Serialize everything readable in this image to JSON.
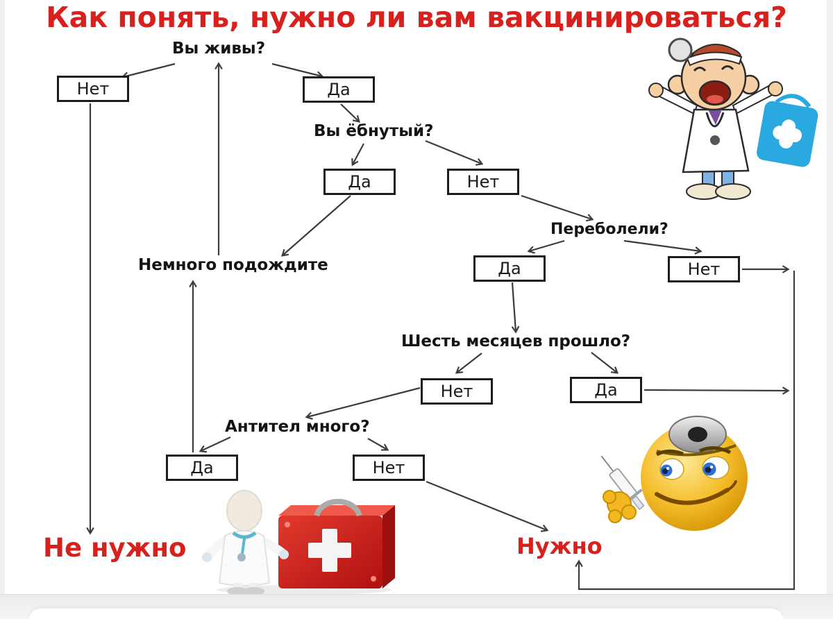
{
  "title": {
    "text": "Как понять, нужно ли вам вакцинироваться?"
  },
  "nodes": {
    "alive": "Вы живы?",
    "crazy": "Вы ёбнутый?",
    "recovered": "Переболели?",
    "wait": "Немного подождите",
    "six_months": "Шесть месяцев прошло?",
    "antibodies": "Антител много?"
  },
  "boxes": [
    {
      "id": "alive-no",
      "label": "Нет"
    },
    {
      "id": "alive-yes",
      "label": "Да"
    },
    {
      "id": "crazy-yes",
      "label": "Да"
    },
    {
      "id": "crazy-no",
      "label": "Нет"
    },
    {
      "id": "recovered-yes",
      "label": "Да"
    },
    {
      "id": "recovered-no",
      "label": "Нет"
    },
    {
      "id": "six-months-no",
      "label": "Нет"
    },
    {
      "id": "six-months-yes",
      "label": "Да"
    },
    {
      "id": "antibodies-yes",
      "label": "Да"
    },
    {
      "id": "antibodies-no",
      "label": "Нет"
    }
  ],
  "outcomes": {
    "not_needed": "Не нужно",
    "needed": "Нужно"
  },
  "edges": [
    {
      "from": "alive",
      "answer": "Нет",
      "to": "not_needed"
    },
    {
      "from": "alive",
      "answer": "Да",
      "to": "crazy"
    },
    {
      "from": "crazy",
      "answer": "Да",
      "to": "wait"
    },
    {
      "from": "crazy",
      "answer": "Нет",
      "to": "recovered"
    },
    {
      "from": "wait",
      "to": "alive"
    },
    {
      "from": "recovered",
      "answer": "Да",
      "to": "six_months"
    },
    {
      "from": "recovered",
      "answer": "Нет",
      "to": "needed"
    },
    {
      "from": "six_months",
      "answer": "Да",
      "to": "needed"
    },
    {
      "from": "six_months",
      "answer": "Нет",
      "to": "antibodies"
    },
    {
      "from": "antibodies",
      "answer": "Да",
      "to": "wait"
    },
    {
      "from": "antibodies",
      "answer": "Нет",
      "to": "needed"
    }
  ],
  "colors": {
    "accent_red": "#d8201d",
    "line": "#3c3c3c",
    "box_border": "#1c1c1c",
    "blue_case": "#2aa9e0",
    "red_case": "#cf1f1f",
    "emoji_yellow": "#f5b51d"
  },
  "icons": [
    {
      "name": "doctor-cartoon-icon",
      "desc": "cartoon doctor with head mirror and blue first-aid case"
    },
    {
      "name": "doctor-smiley-icon",
      "desc": "smiley with head mirror holding a syringe"
    },
    {
      "name": "doctor-figurine-icon",
      "desc": "white 3D figurine doctor beside red first-aid suitcase"
    }
  ]
}
